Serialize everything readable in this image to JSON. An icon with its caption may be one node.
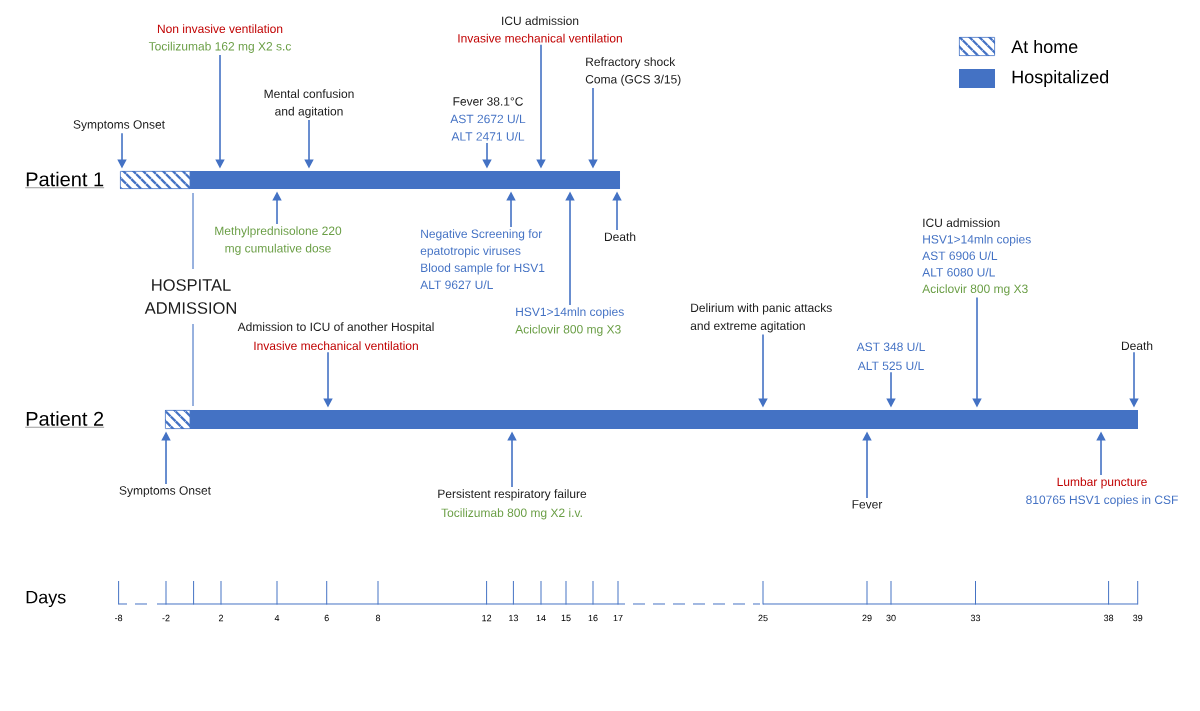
{
  "diagram": {
    "nodes": [
      {
        "text": [
          "Non invasive ventilation",
          "Tocilizumab 162 mg X2 s.c"
        ]
      },
      {
        "text": [
          "ICU admission",
          "Invasive mechanical ventilation"
        ]
      },
      {
        "text": [
          "Refractory shock",
          "Coma (GCS 3/15)"
        ]
      },
      {
        "text": [
          "Mental confusion and agitation"
        ]
      },
      {
        "text": [
          "Symptoms Onset"
        ]
      },
      {
        "text": [
          "Fever 38.1°C",
          "AST 2672 U/L",
          "ALT 2471 U/L"
        ]
      },
      {
        "text": [],
        "shape": "bar",
        "beside": [
          "Patient 1"
        ]
      },
      {
        "text": [
          "Methylprednisolone 220 mg cumulative dose"
        ]
      },
      {
        "text": [
          "Negative Screening for epatotropic viruses",
          "Blood sample for HSV1",
          "ALT 9627 U/L"
        ]
      },
      {
        "text": [
          "Death"
        ]
      },
      {
        "text": [
          "HOSPITAL ADMISSION"
        ]
      },
      {
        "text": [
          "HSV1>14mln copies",
          "Aciclovir 800 mg X3"
        ]
      },
      {
        "text": [
          "ICU admission",
          "HSV1>14mln copies",
          "AST 6906 U/L",
          "ALT 6080 U/L",
          "Aciclovir 800 mg X3"
        ]
      },
      {
        "text": [
          "Admission to ICU of another Hospital",
          "Invasive mechanical ventilation"
        ]
      },
      {
        "text": [
          "Delirium with panic attacks and extreme agitation"
        ]
      },
      {
        "text": [
          "AST 348 U/L",
          "ALT 525 U/L"
        ]
      },
      {
        "text": [
          "Death"
        ]
      },
      {
        "text": [],
        "shape": "bar",
        "beside": [
          "Patient 2"
        ]
      },
      {
        "text": [
          "Symptoms Onset"
        ]
      },
      {
        "text": [
          "Persistent respiratory failure",
          "Tocilizumab 800 mg X2 i.v."
        ]
      },
      {
        "text": [
          "Fever"
        ]
      },
      {
        "text": [
          "Lumbar puncture",
          "810765 HSV1 copies in CSF"
        ]
      }
    ],
    "edges": [
      {
        "from": 0,
        "to": 6,
        "arrow": "to"
      },
      {
        "from": 1,
        "to": 6,
        "arrow": "to"
      },
      {
        "from": 2,
        "to": 6,
        "arrow": "to"
      },
      {
        "from": 3,
        "to": 6,
        "arrow": "to"
      },
      {
        "from": 4,
        "to": 6,
        "arrow": "to"
      },
      {
        "from": 5,
        "to": 6,
        "arrow": "to"
      },
      {
        "from": 7,
        "to": 6,
        "arrow": "to"
      },
      {
        "from": 8,
        "to": 6,
        "arrow": "to"
      },
      {
        "from": 9,
        "to": 6,
        "arrow": "to"
      },
      {
        "from": 10,
        "to": 6,
        "arrow": "none"
      },
      {
        "from": 11,
        "to": 6,
        "arrow": "to"
      },
      {
        "from": 10,
        "to": 17,
        "arrow": "none"
      },
      {
        "from": 12,
        "to": 17,
        "arrow": "to"
      },
      {
        "from": 13,
        "to": 17,
        "arrow": "to"
      },
      {
        "from": 14,
        "to": 17,
        "arrow": "to"
      },
      {
        "from": 15,
        "to": 17,
        "arrow": "to"
      },
      {
        "from": 16,
        "to": 17,
        "arrow": "to"
      },
      {
        "from": 18,
        "to": 17,
        "arrow": "to"
      },
      {
        "from": 19,
        "to": 17,
        "arrow": "to"
      },
      {
        "from": 20,
        "to": 17,
        "arrow": "to"
      },
      {
        "from": 21,
        "to": 17,
        "arrow": "to"
      }
    ],
    "labels": [
      "Days",
      "-8",
      "-2",
      "2",
      "4",
      "6",
      "8",
      "12",
      "13",
      "14",
      "15",
      "16",
      "17",
      "25",
      "29",
      "30",
      "33",
      "38",
      "39"
    ],
    "legend": [
      {
        "text": "At home"
      },
      {
        "text": "Hospitalized",
        "color": "#4472c4"
      }
    ]
  }
}
